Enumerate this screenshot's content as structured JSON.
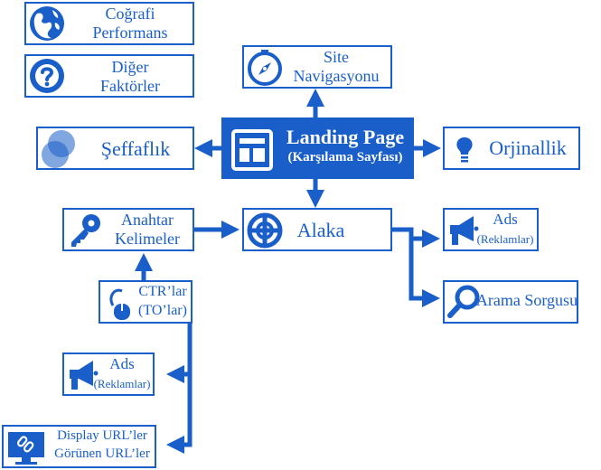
{
  "nodes": {
    "geo": {
      "l1": "Coğrafi",
      "l2": "Performans",
      "icon": "globe-icon"
    },
    "other": {
      "l1": "Diğer",
      "l2": "Faktörler",
      "icon": "question-icon"
    },
    "sitenav": {
      "l1": "Site",
      "l2": "Navigasyonu",
      "icon": "compass-icon"
    },
    "transparency": {
      "l1": "Şeffaflık",
      "icon": "overlap-circles-icon"
    },
    "landing": {
      "l1": "Landing Page",
      "l2": "(Karşılama Sayfası)",
      "icon": "layout-icon"
    },
    "originality": {
      "l1": "Orjinallik",
      "icon": "lightbulb-icon"
    },
    "keywords": {
      "l1": "Anahtar",
      "l2": "Kelimeler",
      "icon": "key-icon"
    },
    "relevance": {
      "l1": "Alaka",
      "icon": "crosshair-icon"
    },
    "ads_right": {
      "l1": "Ads",
      "l2": "(Reklamlar)",
      "icon": "megaphone-icon"
    },
    "search": {
      "l1": "Arama Sorgusu",
      "icon": "magnifier-icon"
    },
    "ctr": {
      "l1": "CTR’lar",
      "l2": "(TO’lar)",
      "icon": "mouse-icon"
    },
    "ads_left": {
      "l1": "Ads",
      "l2": "(Reklamlar)",
      "icon": "megaphone-icon"
    },
    "display": {
      "l1": "Display URL’ler",
      "l2": "Görünen URL’ler",
      "icon": "monitor-link-icon"
    }
  },
  "colors": {
    "accent": "#1a5fc9",
    "background": "#ffffff"
  }
}
